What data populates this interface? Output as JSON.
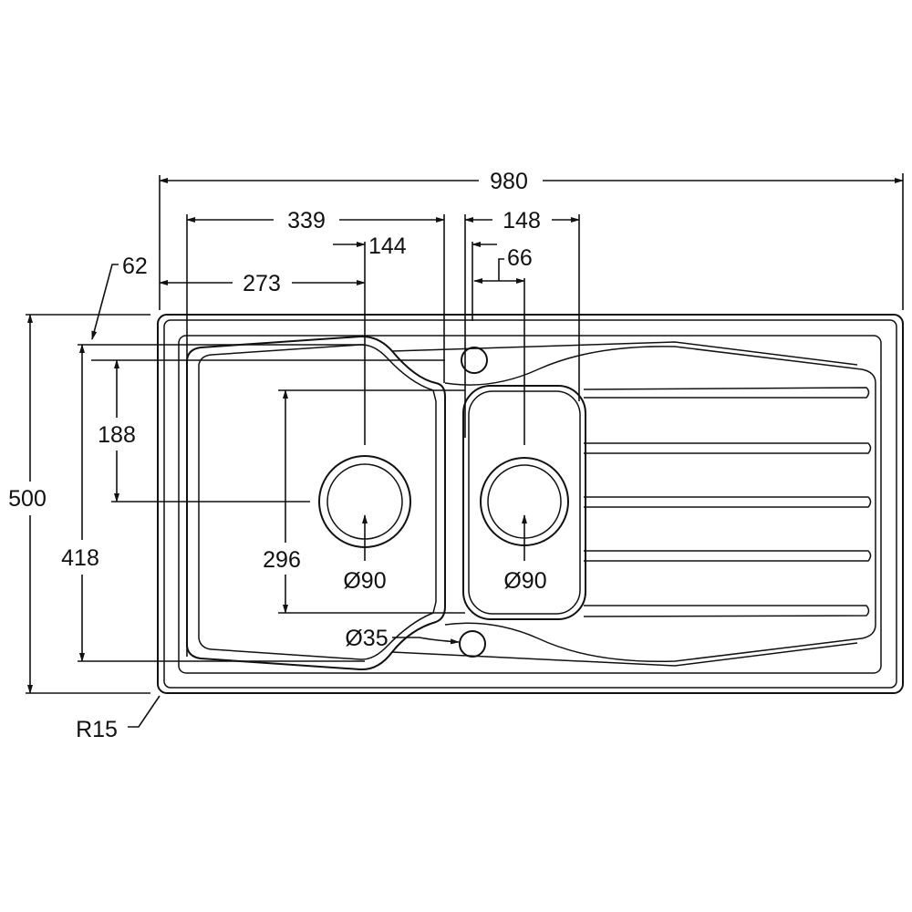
{
  "title": "Inset sink 1.5 bowl with drainer - technical dimensions",
  "dimensions": {
    "overall_width": "980",
    "overall_depth": "500",
    "main_bowl_width": "339",
    "half_bowl_width": "148",
    "main_waste_offset": "144",
    "edge_to_main_waste": "273",
    "half_waste_offset": "66",
    "edge_inset": "62",
    "bowl_depth_span": "418",
    "waste_from_top": "188",
    "main_bowl_depth": "296",
    "main_waste_diameter": "Ø90",
    "half_waste_diameter": "Ø90",
    "tap_hole_diameter": "Ø35",
    "corner_radius": "R15"
  },
  "colors": {
    "line": "#111111",
    "background": "#ffffff"
  }
}
